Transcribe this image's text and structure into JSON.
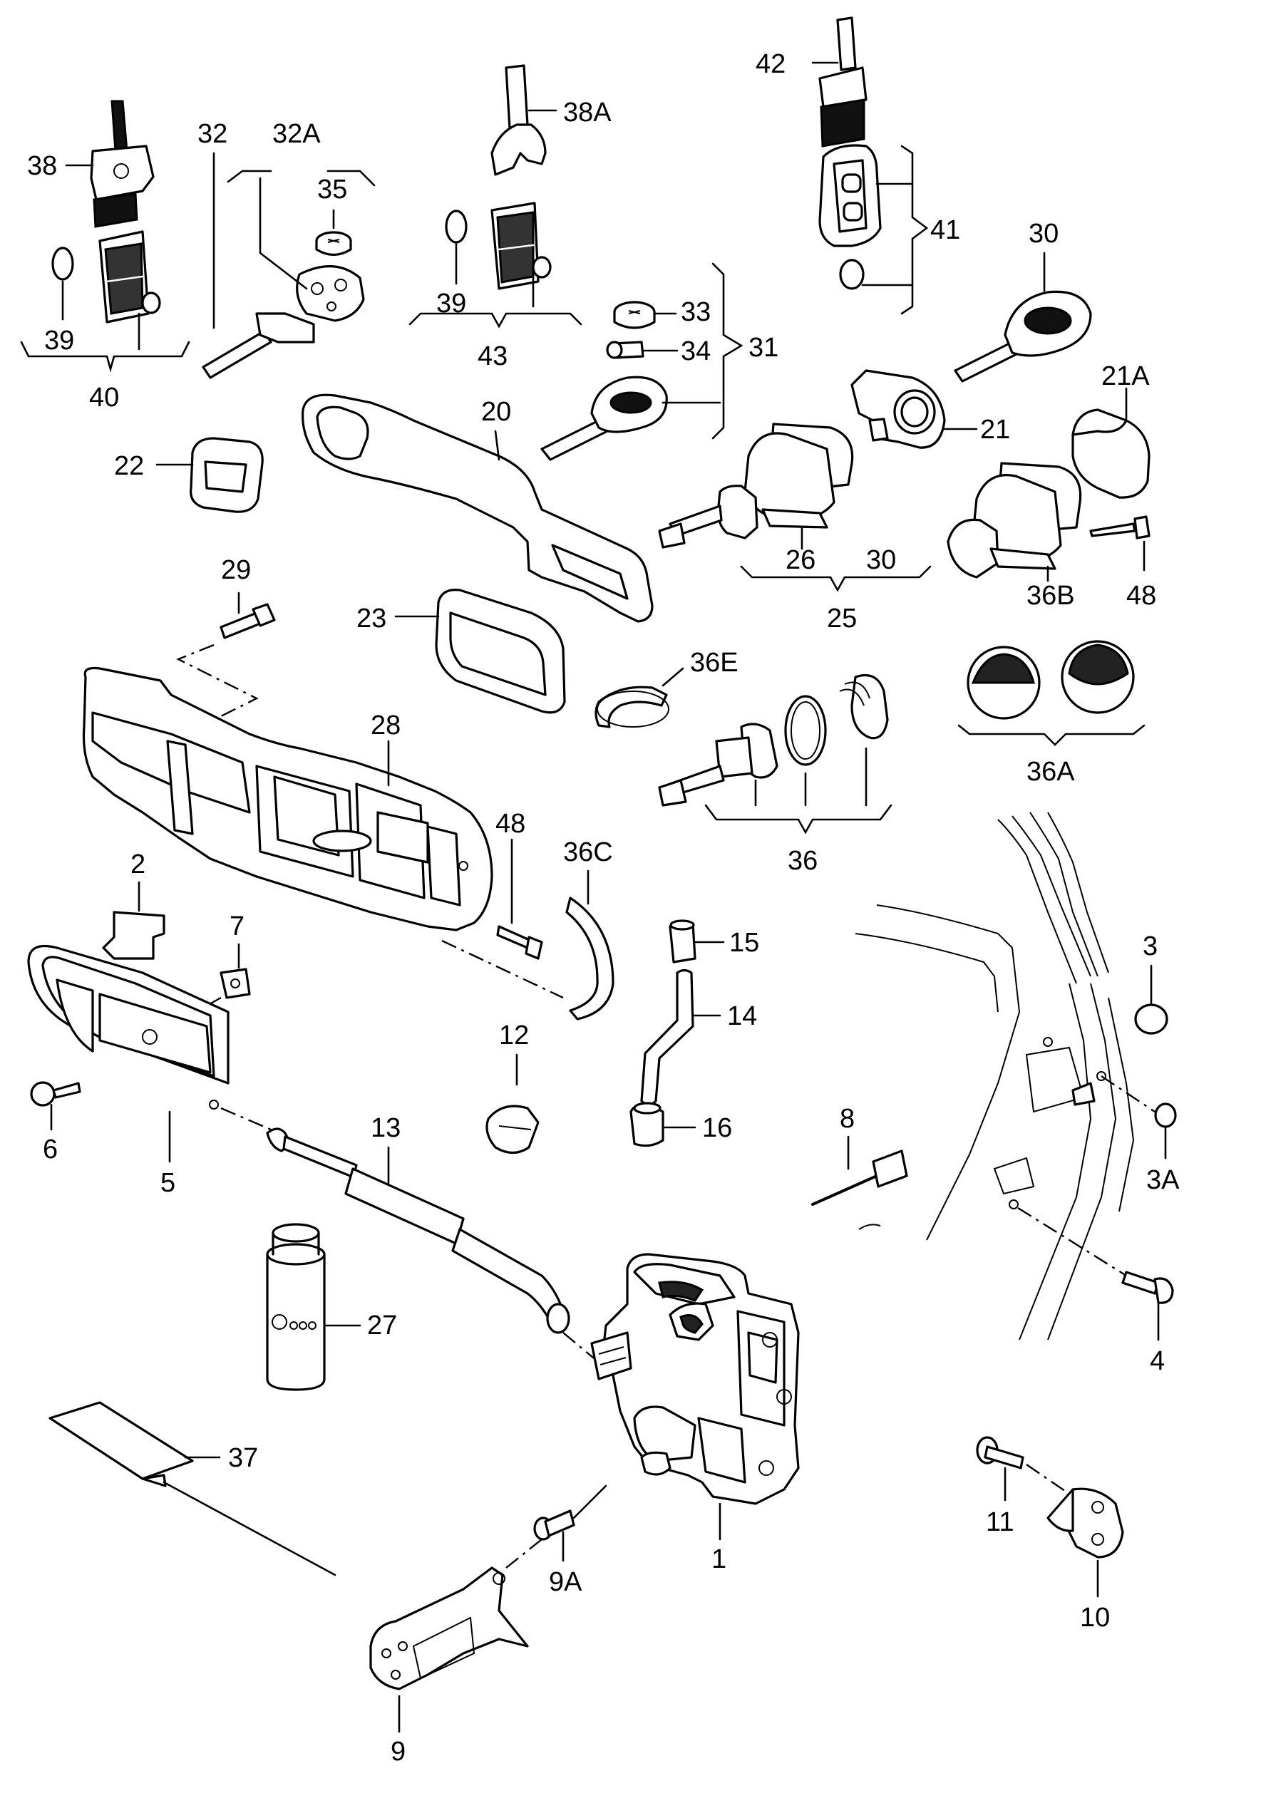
{
  "callouts": [
    {
      "id": "c42",
      "text": "42"
    },
    {
      "id": "c38",
      "text": "38"
    },
    {
      "id": "c32",
      "text": "32"
    },
    {
      "id": "c32A",
      "text": "32A"
    },
    {
      "id": "c38A",
      "text": "38A"
    },
    {
      "id": "c35",
      "text": "35"
    },
    {
      "id": "c39a",
      "text": "39"
    },
    {
      "id": "c40",
      "text": "40"
    },
    {
      "id": "c39b",
      "text": "39"
    },
    {
      "id": "c43",
      "text": "43"
    },
    {
      "id": "c41",
      "text": "41"
    },
    {
      "id": "c30a",
      "text": "30"
    },
    {
      "id": "c33",
      "text": "33"
    },
    {
      "id": "c34",
      "text": "34"
    },
    {
      "id": "c31",
      "text": "31"
    },
    {
      "id": "c21A",
      "text": "21A"
    },
    {
      "id": "c20",
      "text": "20"
    },
    {
      "id": "c21",
      "text": "21"
    },
    {
      "id": "c22",
      "text": "22"
    },
    {
      "id": "c26",
      "text": "26"
    },
    {
      "id": "c30b",
      "text": "30"
    },
    {
      "id": "c25",
      "text": "25"
    },
    {
      "id": "c36B",
      "text": "36B"
    },
    {
      "id": "c48a",
      "text": "48"
    },
    {
      "id": "c29",
      "text": "29"
    },
    {
      "id": "c23",
      "text": "23"
    },
    {
      "id": "c36E",
      "text": "36E"
    },
    {
      "id": "c36A",
      "text": "36A"
    },
    {
      "id": "c28",
      "text": "28"
    },
    {
      "id": "c36",
      "text": "36"
    },
    {
      "id": "c48b",
      "text": "48"
    },
    {
      "id": "c36C",
      "text": "36C"
    },
    {
      "id": "c2",
      "text": "2"
    },
    {
      "id": "c7",
      "text": "7"
    },
    {
      "id": "c15",
      "text": "15"
    },
    {
      "id": "c3",
      "text": "3"
    },
    {
      "id": "c14",
      "text": "14"
    },
    {
      "id": "c12",
      "text": "12"
    },
    {
      "id": "c6",
      "text": "6"
    },
    {
      "id": "c5",
      "text": "5"
    },
    {
      "id": "c13",
      "text": "13"
    },
    {
      "id": "c16",
      "text": "16"
    },
    {
      "id": "c8",
      "text": "8"
    },
    {
      "id": "c3A",
      "text": "3A"
    },
    {
      "id": "c27",
      "text": "27"
    },
    {
      "id": "c4",
      "text": "4"
    },
    {
      "id": "c37",
      "text": "37"
    },
    {
      "id": "c11",
      "text": "11"
    },
    {
      "id": "c1",
      "text": "1"
    },
    {
      "id": "c9A",
      "text": "9A"
    },
    {
      "id": "c10",
      "text": "10"
    },
    {
      "id": "c9",
      "text": "9"
    }
  ]
}
